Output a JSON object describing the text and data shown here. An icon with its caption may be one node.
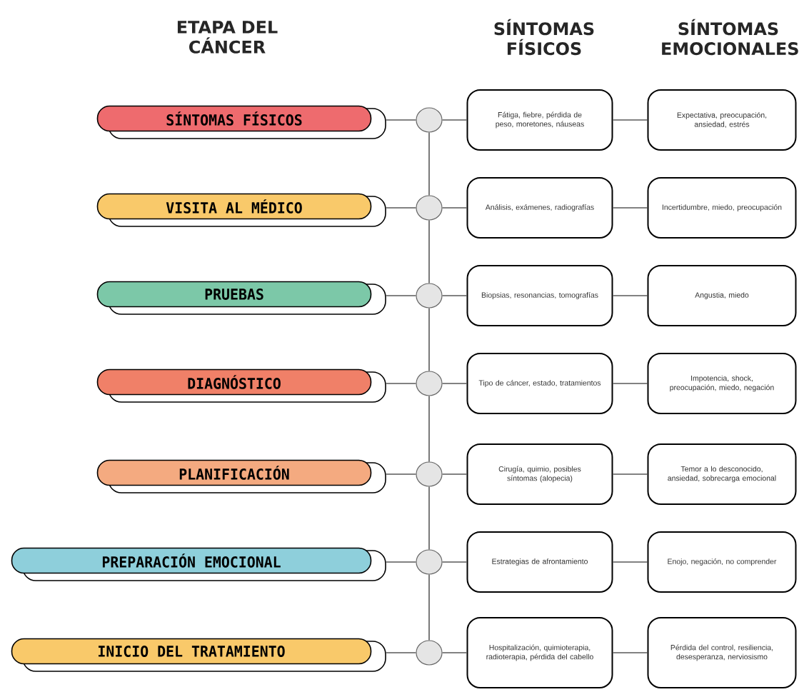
{
  "diagram": {
    "nodes": [
      {
        "text": [
          "SÍNTOMAS FÍSICOS"
        ]
      },
      {
        "text": [],
        "shape": "circle"
      },
      {
        "text": [
          "Fátiga, fiebre, pérdida de peso, moretones, náuseas"
        ]
      },
      {
        "text": [
          "Expectativa, preocupación, ansiedad, estrés"
        ]
      },
      {
        "text": [
          "VISITA AL MÉDICO"
        ]
      },
      {
        "text": [],
        "shape": "circle"
      },
      {
        "text": [
          "Análisis, exámenes, radiografías"
        ]
      },
      {
        "text": [
          "Incertidumbre, miedo, preocupación"
        ]
      },
      {
        "text": [
          "PRUEBAS"
        ]
      },
      {
        "text": [],
        "shape": "circle"
      },
      {
        "text": [
          "Biopsias, resonancias, tomografías"
        ]
      },
      {
        "text": [
          "Angustia, miedo"
        ]
      },
      {
        "text": [
          "DIAGNÓSTICO"
        ]
      },
      {
        "text": [],
        "shape": "circle"
      },
      {
        "text": [
          "Tipo de cáncer, estado, tratamientos"
        ]
      },
      {
        "text": [
          "Impotencia, shock, preocupación, miedo, negación"
        ]
      },
      {
        "text": [
          "PLANIFICACIÓN"
        ]
      },
      {
        "text": [],
        "shape": "circle"
      },
      {
        "text": [
          "Cirugía, quimio, posibles síntomas (alopecia)"
        ]
      },
      {
        "text": [
          "Temor a lo desconocido, ansiedad, sobrecarga emocional"
        ]
      },
      {
        "text": [
          "PREPARACIÓN EMOCIONAL"
        ]
      },
      {
        "text": [],
        "shape": "circle"
      },
      {
        "text": [
          "Estrategias de afrontamiento"
        ]
      },
      {
        "text": [
          "Enojo, negación, no comprender"
        ]
      },
      {
        "text": [
          "INICIO DEL TRATAMIENTO"
        ]
      },
      {
        "text": [],
        "shape": "circle"
      },
      {
        "text": [
          "Hospitalización, quimioterapia, radioterapia, pérdida del cabello"
        ]
      },
      {
        "text": [
          "Pérdida del control, resiliencia, desesperanza, nerviosismo"
        ]
      }
    ],
    "edges": [
      {
        "from": 0,
        "to": 1,
        "arrow": "none"
      },
      {
        "from": 1,
        "to": 2,
        "arrow": "none"
      },
      {
        "from": 2,
        "to": 3,
        "arrow": "none"
      },
      {
        "from": 4,
        "to": 5,
        "arrow": "none"
      },
      {
        "from": 5,
        "to": 6,
        "arrow": "none"
      },
      {
        "from": 6,
        "to": 7,
        "arrow": "none"
      },
      {
        "from": 8,
        "to": 9,
        "arrow": "none"
      },
      {
        "from": 9,
        "to": 10,
        "arrow": "none"
      },
      {
        "from": 10,
        "to": 11,
        "arrow": "none"
      },
      {
        "from": 12,
        "to": 13,
        "arrow": "none"
      },
      {
        "from": 13,
        "to": 14,
        "arrow": "none"
      },
      {
        "from": 14,
        "to": 15,
        "arrow": "none"
      },
      {
        "from": 16,
        "to": 17,
        "arrow": "none"
      },
      {
        "from": 17,
        "to": 18,
        "arrow": "none"
      },
      {
        "from": 18,
        "to": 19,
        "arrow": "none"
      },
      {
        "from": 20,
        "to": 21,
        "arrow": "none"
      },
      {
        "from": 21,
        "to": 22,
        "arrow": "none"
      },
      {
        "from": 22,
        "to": 23,
        "arrow": "none"
      },
      {
        "from": 24,
        "to": 25,
        "arrow": "none"
      },
      {
        "from": 25,
        "to": 26,
        "arrow": "none"
      },
      {
        "from": 26,
        "to": 27,
        "arrow": "none"
      },
      {
        "from": 1,
        "to": 5,
        "arrow": "none"
      },
      {
        "from": 5,
        "to": 9,
        "arrow": "none"
      },
      {
        "from": 9,
        "to": 13,
        "arrow": "none"
      },
      {
        "from": 13,
        "to": 17,
        "arrow": "none"
      },
      {
        "from": 17,
        "to": 21,
        "arrow": "none"
      },
      {
        "from": 21,
        "to": 25,
        "arrow": "none"
      }
    ],
    "labels": [
      "ETAPA DEL CÁNCER",
      "SÍNTOMAS FÍSICOS",
      "SÍNTOMAS EMOCIONALES"
    ]
  }
}
